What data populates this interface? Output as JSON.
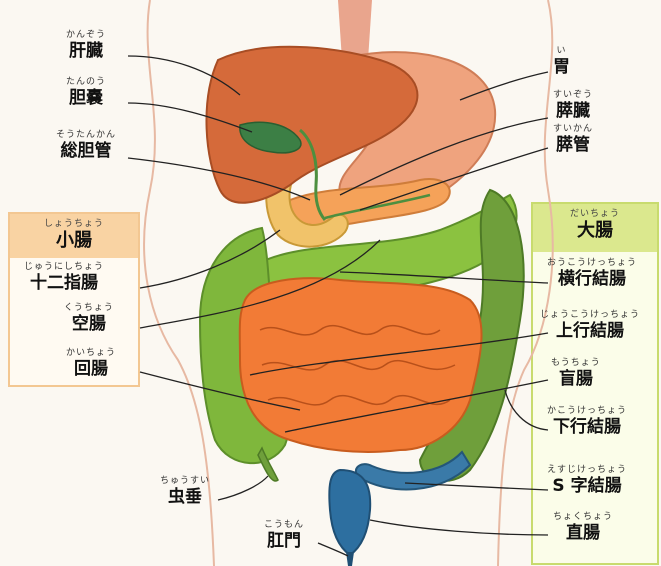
{
  "colors": {
    "liver": "#d2693a",
    "stomach": "#e9a27a",
    "small_intestine": "#f07a34",
    "large_intestine": "#79b63a",
    "rectum": "#2d6fa0",
    "gallbladder": "#3c7f45",
    "small_box": "#f9d3a3",
    "large_box": "#dbe88e"
  },
  "groups": {
    "small": {
      "ruby": "しょうちょう",
      "label": "小腸"
    },
    "large": {
      "ruby": "だいちょう",
      "label": "大腸"
    }
  },
  "labels": {
    "liver": {
      "ruby": "かんぞう",
      "text": "肝臓"
    },
    "gallbladder": {
      "ruby": "たんのう",
      "text": "胆嚢"
    },
    "bile_duct": {
      "ruby": "そうたんかん",
      "text": "総胆管"
    },
    "duodenum": {
      "ruby": "じゅうにしちょう",
      "text": "十二指腸"
    },
    "jejunum": {
      "ruby": "くうちょう",
      "text": "空腸"
    },
    "ileum": {
      "ruby": "かいちょう",
      "text": "回腸"
    },
    "appendix": {
      "ruby": "ちゅうすい",
      "text": "虫垂"
    },
    "anus": {
      "ruby": "こうもん",
      "text": "肛門"
    },
    "stomach": {
      "ruby": "い",
      "text": "胃"
    },
    "pancreas": {
      "ruby": "すいぞう",
      "text": "膵臓"
    },
    "pancreatic_duct": {
      "ruby": "すいかん",
      "text": "膵管"
    },
    "transverse_colon": {
      "ruby": "おうこうけっちょう",
      "text": "横行結腸"
    },
    "ascending_colon": {
      "ruby": "じょうこうけっちょう",
      "text": "上行結腸"
    },
    "cecum": {
      "ruby": "もうちょう",
      "text": "盲腸"
    },
    "descending_colon": {
      "ruby": "かこうけっちょう",
      "text": "下行結腸"
    },
    "sigmoid_colon": {
      "ruby": "えすじけっちょう",
      "text": "S 字結腸"
    },
    "rectum": {
      "ruby": "ちょくちょう",
      "text": "直腸"
    }
  }
}
